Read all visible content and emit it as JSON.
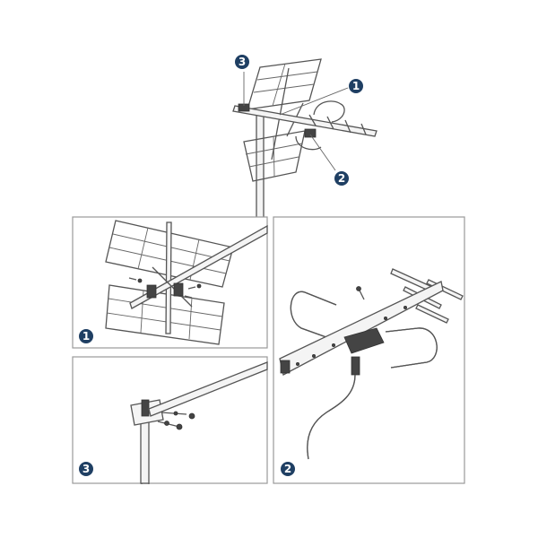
{
  "callouts": {
    "top_1": "1",
    "top_2": "2",
    "top_3": "3",
    "panel_1": "1",
    "panel_2": "2",
    "panel_3": "3"
  },
  "colors": {
    "badge": "#1f3f63",
    "line": "#555555",
    "panel_border": "#9a9a9a"
  }
}
